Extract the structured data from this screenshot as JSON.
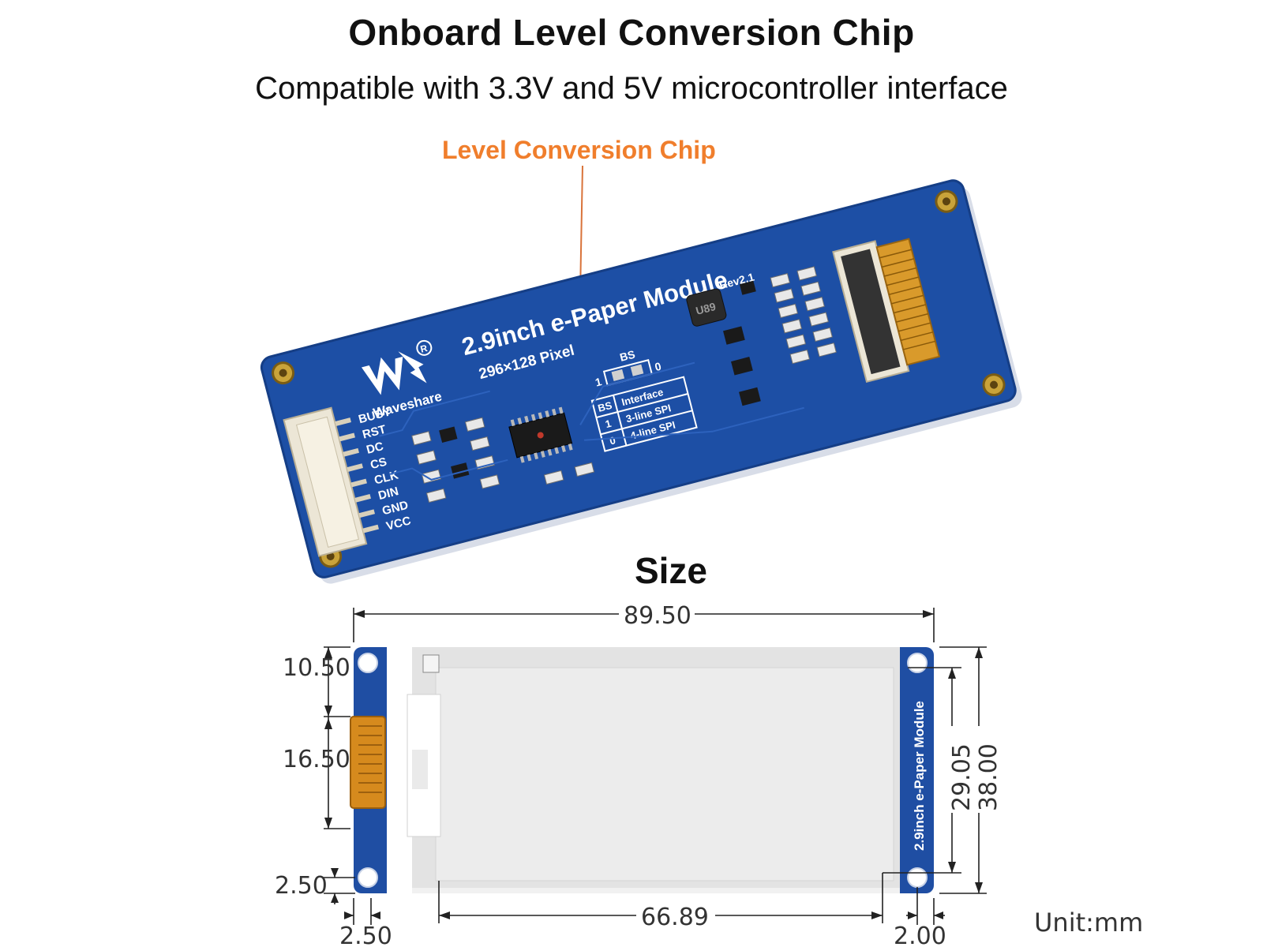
{
  "header": {
    "title": "Onboard Level Conversion Chip",
    "subtitle": "Compatible with 3.3V and 5V microcontroller interface"
  },
  "callout": {
    "label": "Level Conversion Chip",
    "color": "#f07e2c"
  },
  "board": {
    "brand": "Waveshare",
    "product": "2.9inch e-Paper Module",
    "resolution": "296×128 Pixel",
    "revision": "Rev2.1",
    "inductor_marking": "U89",
    "bs_label": "BS",
    "bs_one": "1",
    "bs_zero": "0",
    "table_headers": [
      "BS",
      "Interface"
    ],
    "table_rows": [
      [
        "1",
        "3-line SPI"
      ],
      [
        "0",
        "4-line SPI"
      ]
    ],
    "pins": [
      "BUSY",
      "RST",
      "DC",
      "CS",
      "CLK",
      "DIN",
      "GND",
      "VCC"
    ],
    "pcb_color": "#1d4fa5"
  },
  "size_section": {
    "title": "Size",
    "label_on_module": "2.9inch e-Paper Module",
    "dimensions": {
      "width": "89.50",
      "height": "38.00",
      "inner_height": "29.05",
      "display_width": "66.89",
      "top_offset": "10.50",
      "connector_height": "16.50",
      "bottom_offset": "2.50",
      "left_offset": "2.50",
      "right_offset": "2.00"
    },
    "unit": "Unit:mm"
  }
}
